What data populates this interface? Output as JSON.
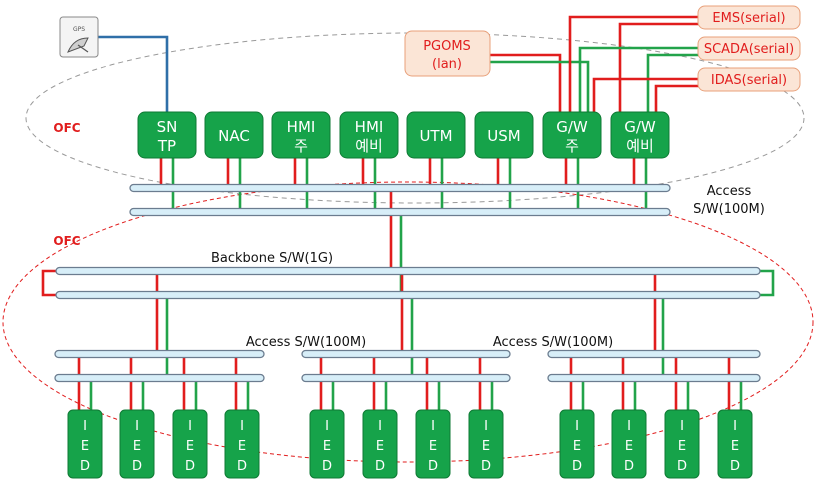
{
  "colors": {
    "node_fill": "#16a34a",
    "node_text": "#ffffff",
    "red_link": "#e11d1d",
    "green_link": "#22a34a",
    "blue_link": "#2f6fa8",
    "ext_fill": "#fbe5d6",
    "ext_stroke": "#e8a07a",
    "ext_text": "#e11d1d",
    "bus_fill": "#d7eef8",
    "bus_stroke": "#6b7c8f",
    "zone_top_stroke": "#999999",
    "zone_bottom_stroke": "#e11d1d"
  },
  "zones": {
    "top_label": "OFC",
    "bottom_label": "OFC"
  },
  "gps": {
    "label": "GPS",
    "icon": "gps-antenna-icon"
  },
  "external": {
    "pgoms": [
      "PGOMS",
      "(lan)"
    ],
    "ems": "EMS(serial)",
    "scada": "SCADA(serial)",
    "idas": "IDAS(serial)"
  },
  "nodes": [
    {
      "name": "sntp",
      "lines": [
        "SN",
        "TP"
      ]
    },
    {
      "name": "nac",
      "lines": [
        "NAC"
      ]
    },
    {
      "name": "hmi-main",
      "lines": [
        "HMI",
        "주"
      ]
    },
    {
      "name": "hmi-backup",
      "lines": [
        "HMI",
        "예비"
      ]
    },
    {
      "name": "utm",
      "lines": [
        "UTM"
      ]
    },
    {
      "name": "usm",
      "lines": [
        "USM"
      ]
    },
    {
      "name": "gw-main",
      "lines": [
        "G/W",
        "주"
      ]
    },
    {
      "name": "gw-backup",
      "lines": [
        "G/W",
        "예비"
      ]
    }
  ],
  "labels": {
    "top_access": [
      "Access",
      "S/W(100M)"
    ],
    "backbone": "Backbone S/W(1G)",
    "access_left": "Access S/W(100M)",
    "access_right": "Access S/W(100M)"
  },
  "ied_label": "IED",
  "ied_count": 12
}
